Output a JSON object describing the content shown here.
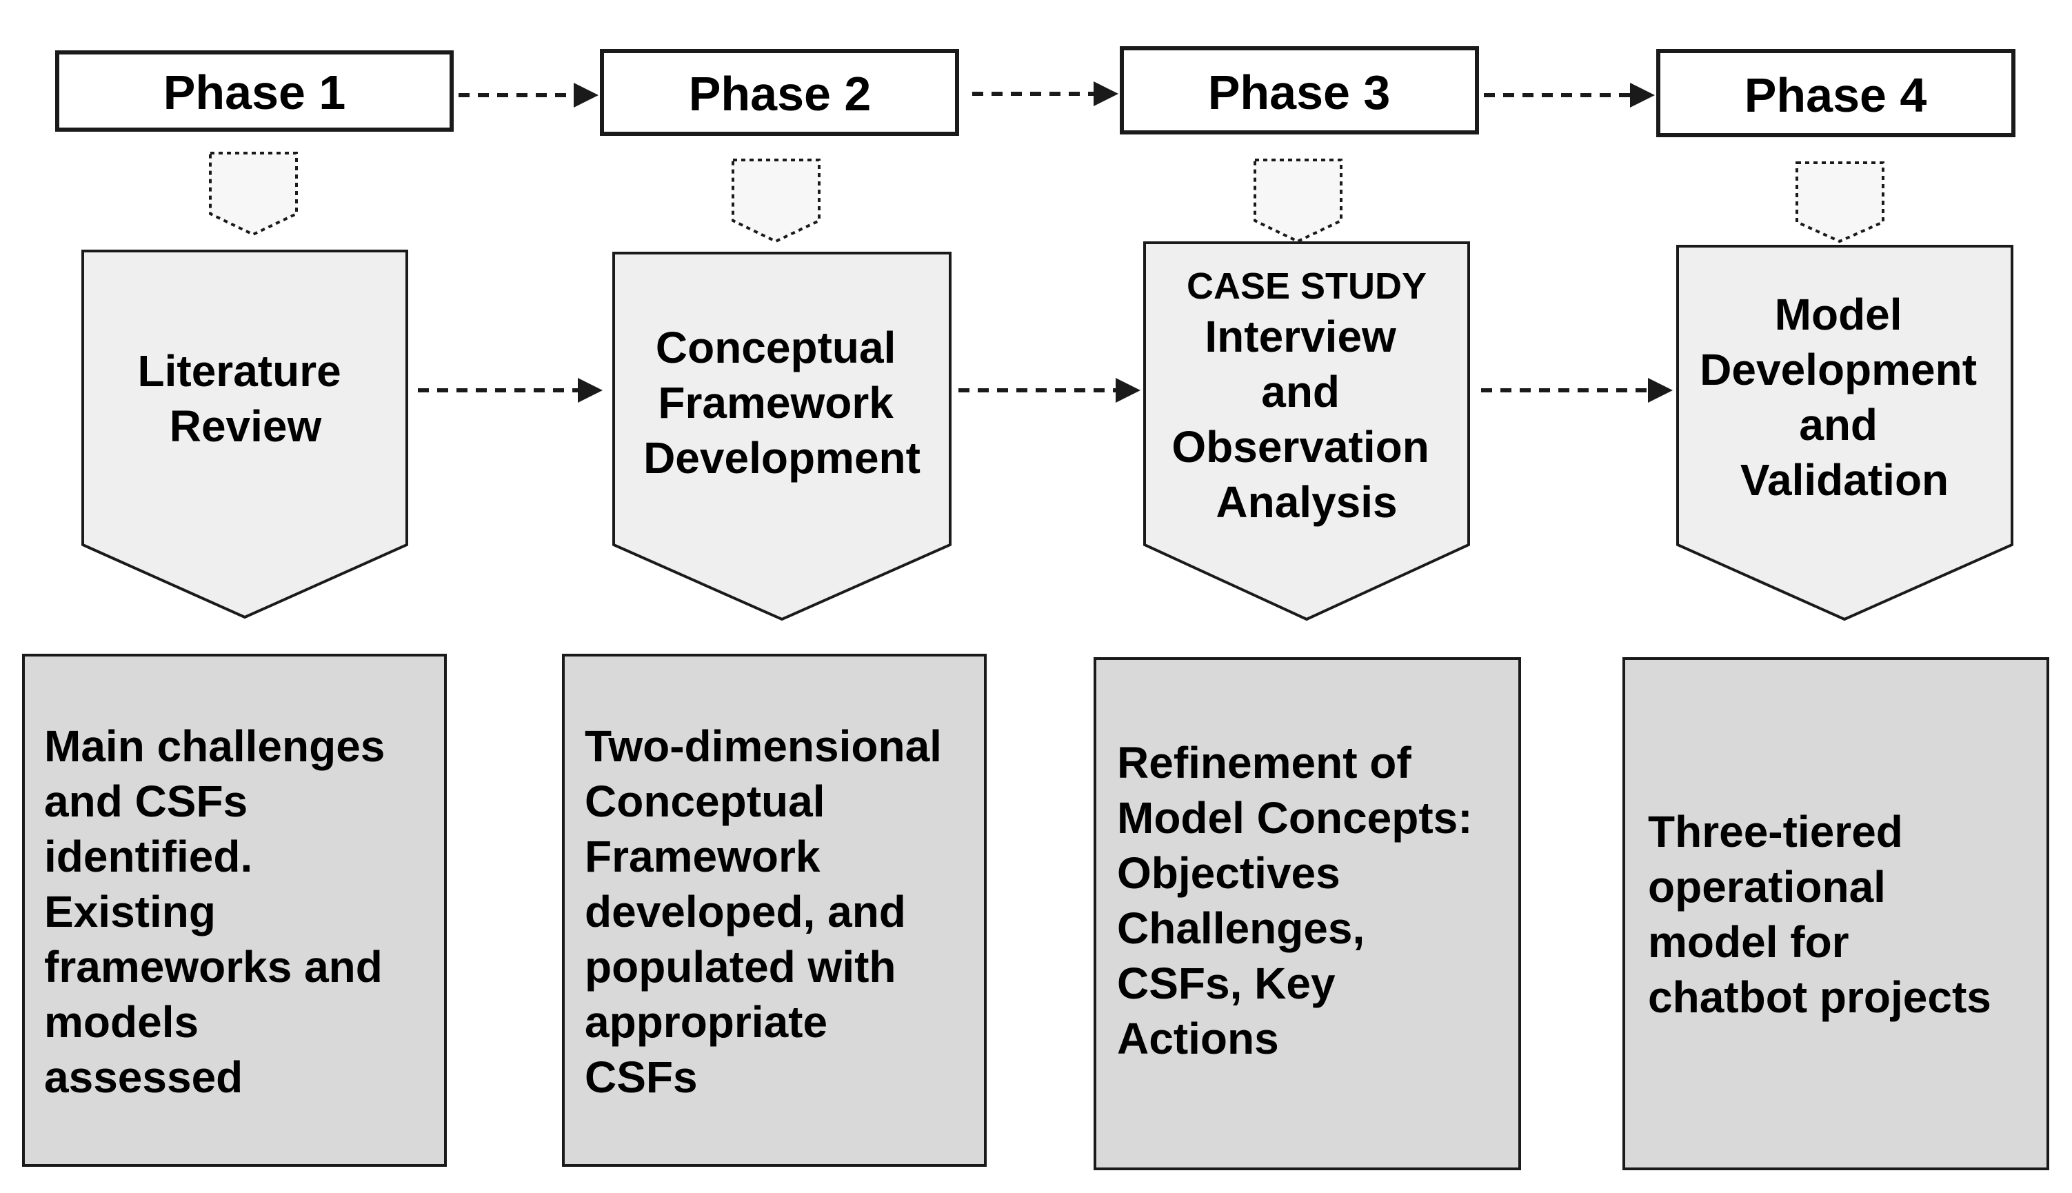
{
  "phases": [
    {
      "label": "Phase 1",
      "step": {
        "lines": [
          "Literature",
          "Review"
        ]
      },
      "outcome": {
        "lines": [
          "Main challenges",
          "and CSFs",
          "identified.",
          "Existing",
          "frameworks and",
          "models",
          "assessed"
        ]
      }
    },
    {
      "label": "Phase 2",
      "step": {
        "lines": [
          "Conceptual",
          "Framework",
          "Development"
        ]
      },
      "outcome": {
        "lines": [
          "Two-dimensional",
          "Conceptual",
          "Framework",
          "developed, and",
          "populated with",
          "appropriate",
          "CSFs"
        ]
      }
    },
    {
      "label": "Phase 3",
      "step": {
        "heading": "CASE STUDY",
        "lines": [
          "Interview",
          "and",
          "Observation",
          "Analysis"
        ]
      },
      "outcome": {
        "lines": [
          "Refinement of",
          "Model Concepts:",
          "Objectives",
          "Challenges,",
          "CSFs, Key",
          "Actions"
        ]
      }
    },
    {
      "label": "Phase 4",
      "step": {
        "lines": [
          "Model",
          "Development",
          "and",
          "Validation"
        ]
      },
      "outcome": {
        "lines": [
          "Three-tiered",
          "operational",
          "model for",
          "chatbot projects"
        ]
      }
    }
  ],
  "colors": {
    "stroke": "#1a1a1a",
    "step_fill": "#efefef",
    "outcome_fill": "#d9d9d9",
    "phase_fill": "#ffffff",
    "connector_fill": "#f7f7f7"
  }
}
